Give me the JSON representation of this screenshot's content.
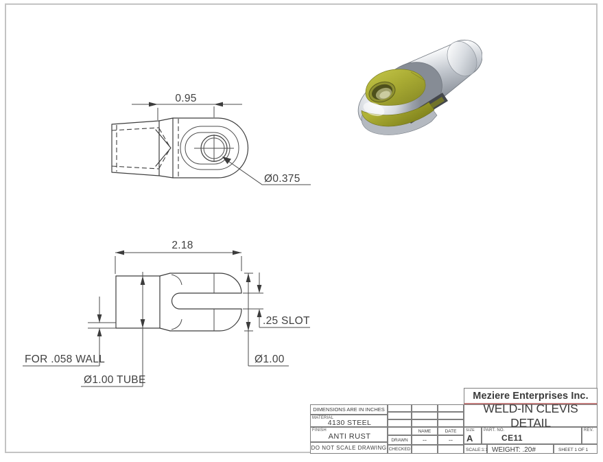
{
  "drawing": {
    "front_view": {
      "width_dim": "0.95",
      "hole_dim": "Ø0.375"
    },
    "side_view": {
      "length_dim": "2.18",
      "slot_dim": ".25 SLOT",
      "od_dim": "Ø1.00",
      "wall_note": "FOR .058 WALL",
      "tube_note": "Ø1.00 TUBE"
    }
  },
  "title_block": {
    "company": "Meziere Enterprises Inc.",
    "title": "WELD-IN CLEVIS DETAIL",
    "units_note": "DIMENSIONS ARE IN INCHES",
    "material_label": "MATERIAL",
    "material_value": "4130 STEEL",
    "finish_label": "FINISH",
    "finish_value": "ANTI RUST",
    "no_scale_note": "DO NOT SCALE DRAWING",
    "name_header": "NAME",
    "date_header": "DATE",
    "drawn_label": "DRAWN",
    "drawn_name": "--",
    "drawn_date": "--",
    "checked_label": "CHECKED",
    "size_label": "SIZE",
    "size_value": "A",
    "part_no_label": "PART. NO.",
    "part_no_value": "CE11",
    "rev_label": "REV.",
    "scale_text": "SCALE:1:1",
    "weight_text": "WEIGHT: .20#",
    "sheet_text": "SHEET 1 OF 1"
  },
  "colors": {
    "drawing_line": "#3c3c3c",
    "sheet_border": "#c3c3c3",
    "table_line": "#7f7f7f",
    "company_underline": "#c17c7c",
    "iso_yellow": "#a9ab33",
    "iso_silver": "#c2c7ce"
  }
}
